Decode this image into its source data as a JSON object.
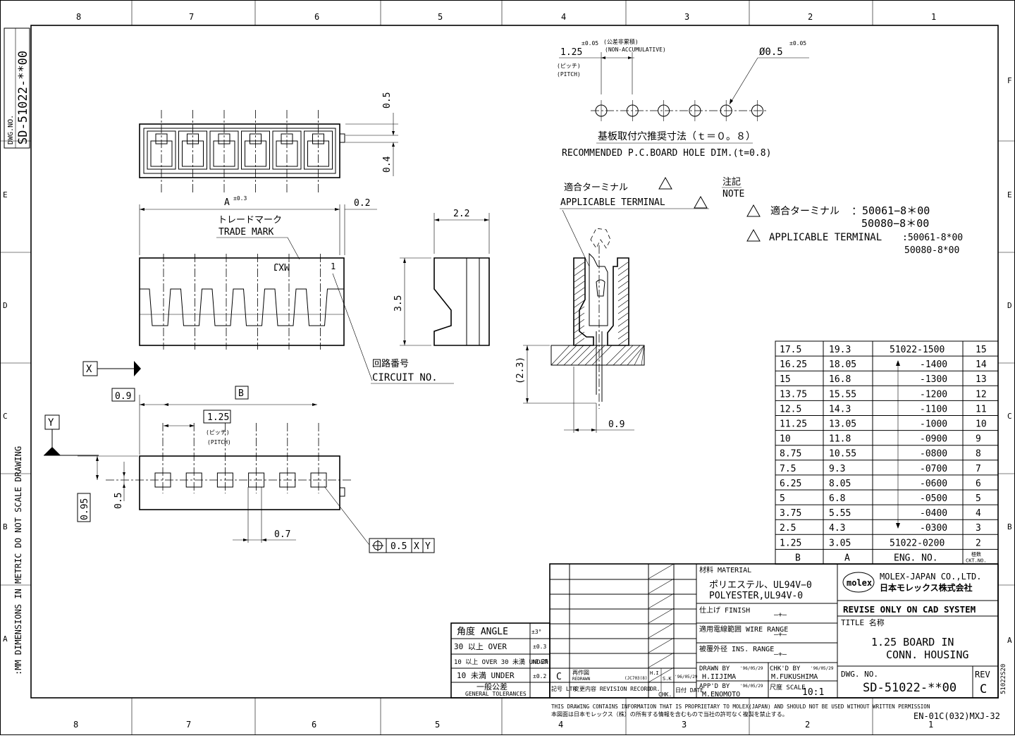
{
  "border": {
    "columns_top": [
      "8",
      "7",
      "6",
      "5",
      "4",
      "3",
      "2",
      "1"
    ],
    "columns_bottom": [
      "8",
      "7",
      "6",
      "5",
      "4",
      "3",
      "2",
      "1"
    ],
    "rows_left": [
      "E",
      "D",
      "C",
      "B",
      "A"
    ],
    "rows_right": [
      "F",
      "E",
      "D",
      "C",
      "B",
      "A"
    ],
    "dwg_no_label": "DWG.NO.",
    "dwg_no_vertical": "SD-51022-**00",
    "side_note": ":MM DIMENSIONS IN METRIC DO NOT SCALE DRAWING",
    "right_margin_code": "51022S20"
  },
  "hole_dim": {
    "pitch": "1.25",
    "tol": "±0.05",
    "non_accum_jp": "(公差非累積)",
    "non_accum_en": "(NON-ACCUMULATIVE)",
    "pitch_jp": "(ピッチ)",
    "pitch_en": "(PITCH)",
    "dia": "Ø0.5",
    "dia_tol": "±0.05",
    "title_jp": "基板取付穴推奨寸法（ｔ＝０。８）",
    "title_en": "RECOMMENDED P.C.BOARD HOLE DIM.(t=0.8)"
  },
  "front_view": {
    "dim_05": "0.5",
    "dim_04": "0.4",
    "dim_a": "A",
    "dim_a_tol": "±0.3",
    "dim_02": "0.2",
    "trade_mark_jp": "トレードマーク",
    "trade_mark_en": "TRADE MARK",
    "mark_text": "MXJ",
    "circuit_one": "1",
    "circuit_jp": "回路番号",
    "circuit_en": "CIRCUIT NO."
  },
  "side_view": {
    "dim_22": "2.2",
    "dim_35": "3.5"
  },
  "section_view": {
    "dim_23": "(2.3)",
    "dim_09": "0.9",
    "terminal_jp": "適合ターミナル",
    "terminal_en": "APPLICABLE TERMINAL"
  },
  "bottom_view": {
    "datum_x": "X",
    "datum_y": "Y",
    "dim_09": "0.9",
    "dim_b": "B",
    "pitch": "1.25",
    "pitch_jp": "(ピッチ)",
    "pitch_en": "(PITCH)",
    "dim_095": "0.95",
    "dim_05": "0.5",
    "dim_07": "0.7",
    "tol_frame": [
      "⌖",
      "0.5",
      "X",
      "Y"
    ]
  },
  "notes": {
    "head_jp": "注記",
    "head_en": "NOTE",
    "line1_jp": "適合ターミナル",
    "line1_val": "：50061−8＊00",
    "line1_val2": "50080−8＊00",
    "line2_en": "APPLICABLE TERMINAL",
    "line2_val": ":50061-8*00",
    "line2_val2": "50080-8*00"
  },
  "ckt_table": {
    "headers": [
      "B",
      "A",
      "ENG. NO.",
      "極数 CKT.NO."
    ],
    "rows": [
      [
        "17.5",
        "19.3",
        "51022-1500",
        "15"
      ],
      [
        "16.25",
        "18.05",
        "-1400",
        "14"
      ],
      [
        "15",
        "16.8",
        "-1300",
        "13"
      ],
      [
        "13.75",
        "15.55",
        "-1200",
        "12"
      ],
      [
        "12.5",
        "14.3",
        "-1100",
        "11"
      ],
      [
        "11.25",
        "13.05",
        "-1000",
        "10"
      ],
      [
        "10",
        "11.8",
        "-0900",
        "9"
      ],
      [
        "8.75",
        "10.55",
        "-0800",
        "8"
      ],
      [
        "7.5",
        "9.3",
        "-0700",
        "7"
      ],
      [
        "6.25",
        "8.05",
        "-0600",
        "6"
      ],
      [
        "5",
        "6.8",
        "-0500",
        "5"
      ],
      [
        "3.75",
        "5.55",
        "-0400",
        "4"
      ],
      [
        "2.5",
        "4.3",
        "-0300",
        "3"
      ],
      [
        "1.25",
        "3.05",
        "51022-0200",
        "2"
      ]
    ]
  },
  "tolerance_table": {
    "angle_label": "角度 ANGLE",
    "angle_tol": "±3°",
    "rows": [
      {
        "label": "30 以上 OVER",
        "tol": "±0.3"
      },
      {
        "label": "10 以上 OVER 30 未満 UNDER",
        "tol": "±0.25"
      },
      {
        "label": "10 未満 UNDER",
        "tol": "±0.2"
      }
    ],
    "general_jp": "一般公差",
    "general_en": "GENERAL TOLERANCES"
  },
  "revision": {
    "rev_ltr": "C",
    "rev_jp": "再作図",
    "rev_en": "REDRAWN",
    "rev_ref": "(JC703(8)",
    "rev_dr": "H.I",
    "rev_chk": "S.K",
    "rev_date": "'96/05/29",
    "hdr_ltr": "記号 LTR",
    "hdr_rec": "変更内容 REVISION RECORD",
    "hdr_dr": "DR.",
    "hdr_chk": "CHK.",
    "hdr_date": "日付 DATE"
  },
  "title_block": {
    "material_label": "材料 MATERIAL",
    "material_jp": "ポリエステル、UL94V−0",
    "material_en": "POLYESTER,UL94V-0",
    "finish_label": "仕上げ FINISH",
    "wire_label": "適用電線範囲 WIRE RANGE",
    "ins_label": "被覆外径 INS. RANGE",
    "dash": "—+—",
    "drawn_label": "DRAWN BY",
    "drawn_date": "'96/05/29",
    "drawn_name": "H.IIJIMA",
    "chkd_label": "CHK'D BY",
    "chkd_date": "'96/05/29",
    "chkd_name": "M.FUKUSHIMA",
    "appd_label": "APP'D BY",
    "appd_date": "'96/05/29",
    "appd_name": "M.ENOMOTO",
    "scale_label": "尺度 SCALE",
    "scale_val": "10:1",
    "company_logo": "molex",
    "company_en": "MOLEX-JAPAN CO.,LTD.",
    "company_jp": "日本モレックス株式会社",
    "revise_note": "REVISE ONLY ON CAD SYSTEM",
    "title_label": "TITLE 名称",
    "title_line1": "1.25 BOARD IN",
    "title_line2": "CONN. HOUSING",
    "dwg_no_label": "DWG. NO.",
    "dwg_no": "SD-51022-**00",
    "rev_label": "REV",
    "rev_val": "C"
  },
  "footer": {
    "prop_en": "THIS DRAWING CONTAINS INFORMATION THAT IS PROPRIETARY TO MOLEX(JAPAN) AND SHOULD NOT BE USED WITHOUT WRITTEN PERMISSION",
    "prop_jp": "本図面は日本モレックス（株）の所有する情報を含むもので当社の許可なく複製を禁止する。",
    "form_no": "EN-01C(032)MXJ-32"
  }
}
